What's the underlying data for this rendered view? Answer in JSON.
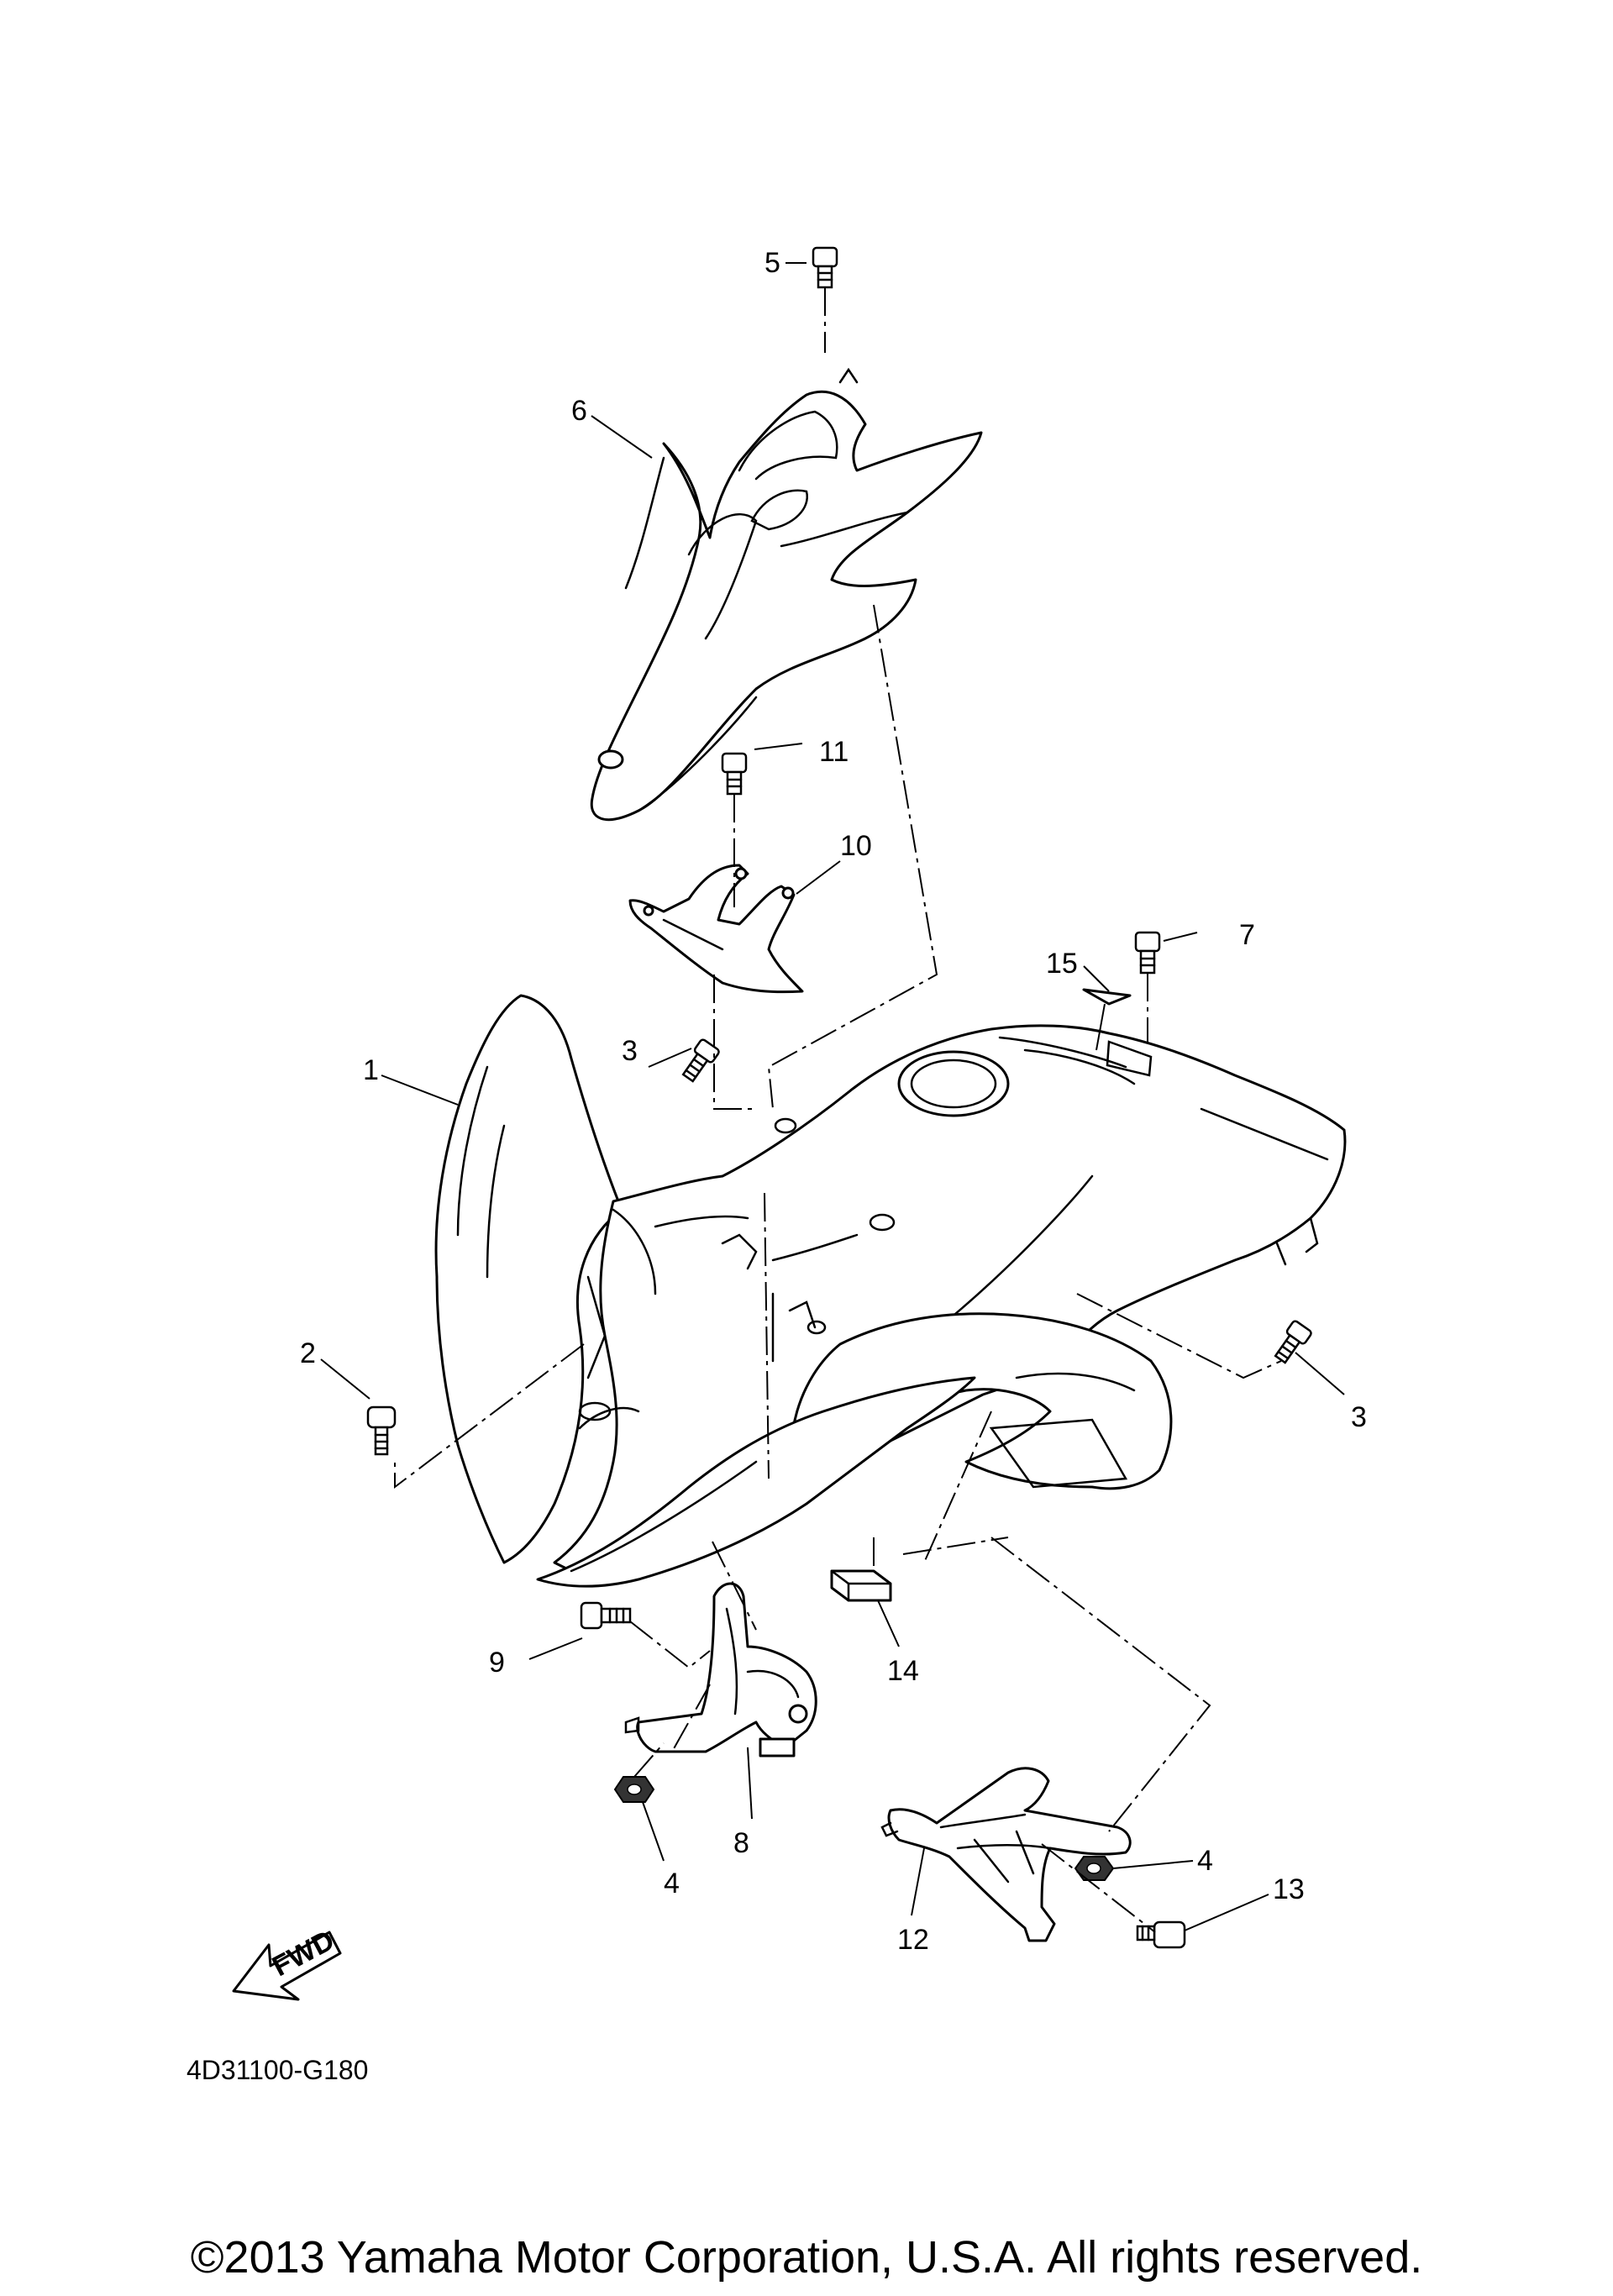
{
  "diagram": {
    "callouts": [
      {
        "id": "c1",
        "label": "1"
      },
      {
        "id": "c2",
        "label": "2"
      },
      {
        "id": "c3a",
        "label": "3"
      },
      {
        "id": "c3b",
        "label": "3"
      },
      {
        "id": "c4a",
        "label": "4"
      },
      {
        "id": "c4b",
        "label": "4"
      },
      {
        "id": "c5",
        "label": "5"
      },
      {
        "id": "c6",
        "label": "6"
      },
      {
        "id": "c7",
        "label": "7"
      },
      {
        "id": "c8",
        "label": "8"
      },
      {
        "id": "c9",
        "label": "9"
      },
      {
        "id": "c10",
        "label": "10"
      },
      {
        "id": "c11",
        "label": "11"
      },
      {
        "id": "c12",
        "label": "12"
      },
      {
        "id": "c13",
        "label": "13"
      },
      {
        "id": "c14",
        "label": "14"
      },
      {
        "id": "c15",
        "label": "15"
      }
    ],
    "fwd_label": "FWD",
    "diagram_code": "4D31100-G180",
    "copyright": "©2013 Yamaha Motor Corporation, U.S.A. All rights reserved."
  }
}
